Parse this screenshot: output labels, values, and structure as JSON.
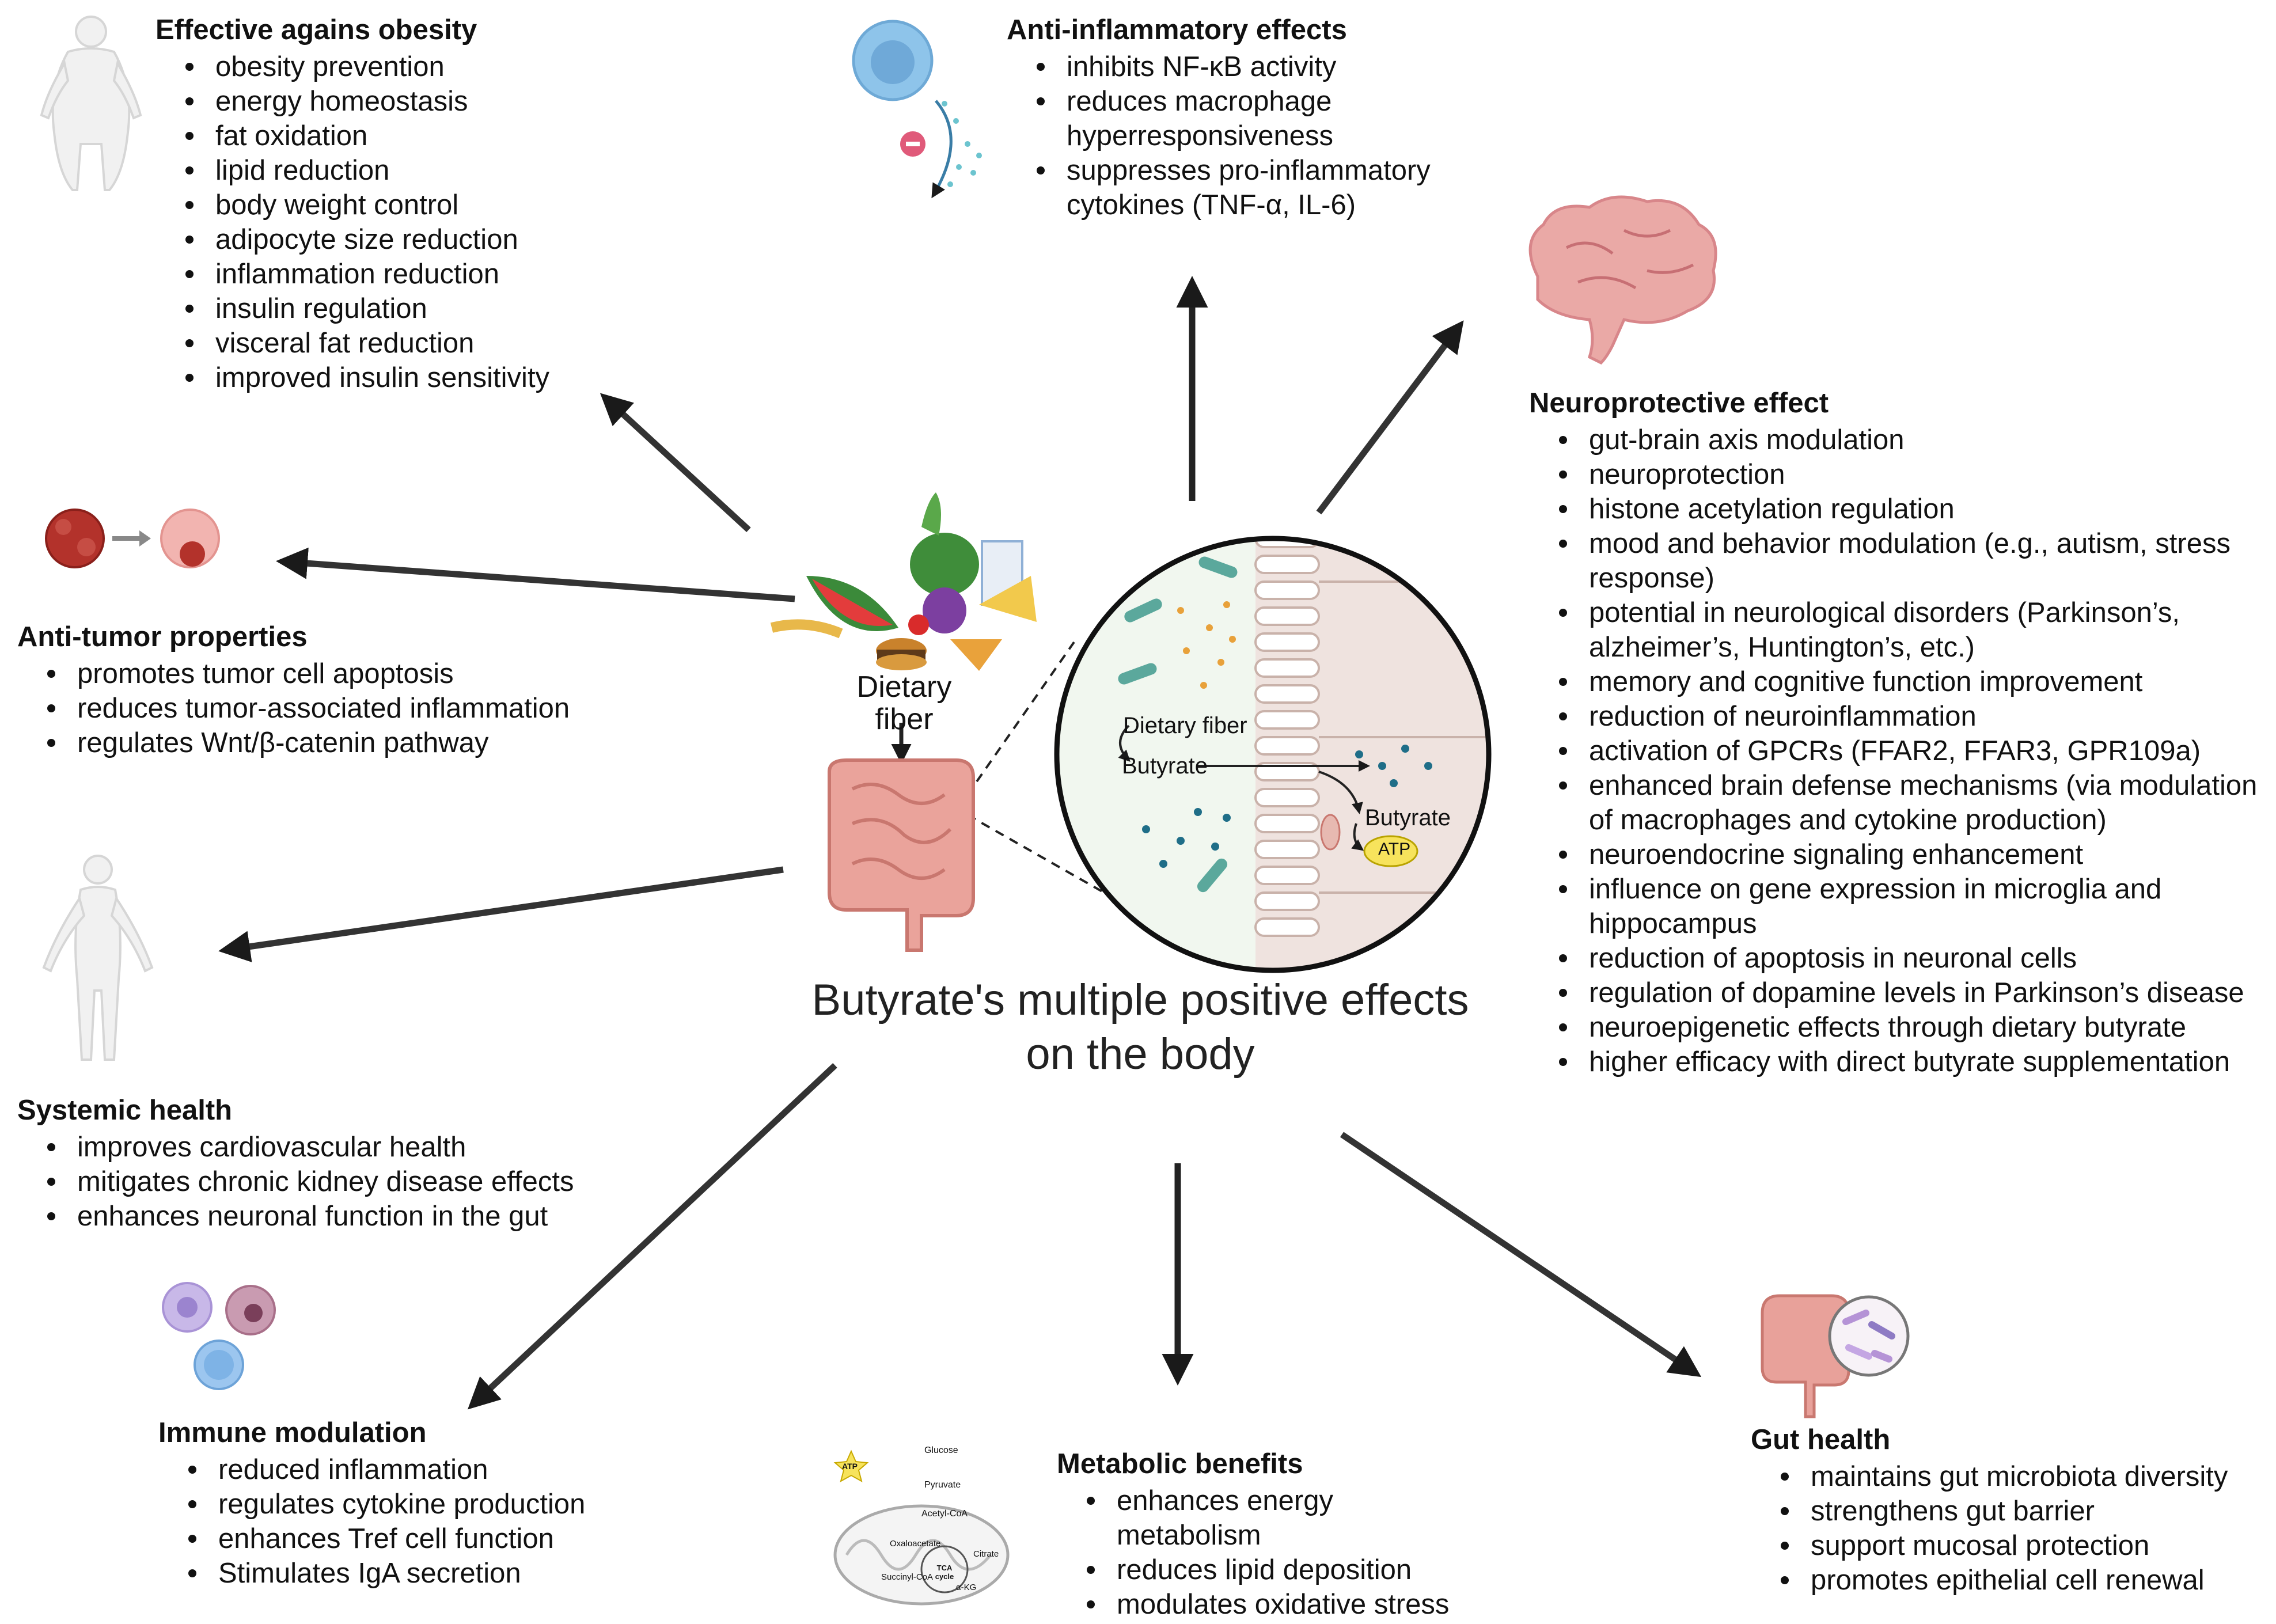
{
  "title": "Butyrate's multiple positive effects on the body",
  "center": {
    "dietary_fiber_label": "Dietary fiber",
    "zoom_fiber": "Dietary fiber",
    "zoom_butyrate_1": "Butyrate",
    "zoom_butyrate_2": "Butyrate",
    "zoom_atp": "ATP"
  },
  "panels": {
    "obesity": {
      "heading": "Effective agains obesity",
      "items": [
        "obesity prevention",
        "energy homeostasis",
        "fat oxidation",
        "lipid reduction",
        "body weight control",
        "adipocyte size reduction",
        "inflammation reduction",
        "insulin regulation",
        "visceral fat reduction",
        "improved insulin sensitivity"
      ]
    },
    "anti_inflammatory": {
      "heading": "Anti-inflammatory effects",
      "items": [
        "inhibits NF-κB activity",
        "reduces macrophage hyperresponsiveness",
        "suppresses pro-inflammatory cytokines (TNF-α, IL-6)"
      ]
    },
    "neuroprotective": {
      "heading": "Neuroprotective effect",
      "items": [
        "gut-brain axis modulation",
        "neuroprotection",
        "histone acetylation regulation",
        "mood and behavior modulation (e.g., autism, stress response)",
        "potential in neurological disorders (Parkinson’s, alzheimer’s, Huntington’s, etc.)",
        "memory and cognitive function improvement",
        "reduction of neuroinflammation",
        "activation of GPCRs (FFAR2, FFAR3, GPR109a)",
        "enhanced brain defense mechanisms (via modulation of macrophages and cytokine production)",
        "neuroendocrine signaling enhancement",
        "influence on gene expression in microglia and hippocampus",
        "reduction of apoptosis in neuronal cells",
        "regulation of dopamine levels in Parkinson’s disease",
        "neuroepigenetic effects through dietary butyrate",
        "higher efficacy with direct butyrate supplementation"
      ]
    },
    "anti_tumor": {
      "heading": "Anti-tumor properties",
      "items": [
        "promotes tumor cell apoptosis",
        "reduces tumor-associated inflammation",
        "regulates Wnt/β-catenin pathway"
      ]
    },
    "systemic": {
      "heading": "Systemic health",
      "items": [
        "improves cardiovascular health",
        "mitigates chronic kidney disease effects",
        "enhances neuronal function in the gut"
      ]
    },
    "immune": {
      "heading": "Immune modulation",
      "items": [
        "reduced inflammation",
        "regulates cytokine production",
        "enhances Tref cell function",
        "Stimulates IgA secretion"
      ]
    },
    "metabolic": {
      "heading": "Metabolic benefits",
      "items": [
        "enhances energy metabolism",
        "reduces lipid deposition",
        "modulates oxidative stress"
      ]
    },
    "gut": {
      "heading": "Gut health",
      "items": [
        "maintains gut microbiota diversity",
        "strengthens gut barrier",
        "support mucosal protection",
        "promotes epithelial cell renewal"
      ]
    }
  },
  "metabolism_icon": {
    "atp": "ATP",
    "glucose": "Glucose",
    "pyruvate": "Pyruvate",
    "acetyl_coa": "Acetyl-CoA",
    "oxaloacetate": "Oxaloacetate",
    "citrate": "Citrate",
    "succinyl_coa": "Succinyl-CoA",
    "akg": "α-KG",
    "tca": "TCA cycle"
  },
  "colors": {
    "arrow": "#1a1a1a",
    "gut": "#e8a19a",
    "brain": "#e3a3a0",
    "cell_blue": "#7fb6e3",
    "bacteria": "#5ba89c",
    "atp_yellow": "#f7e35c"
  }
}
